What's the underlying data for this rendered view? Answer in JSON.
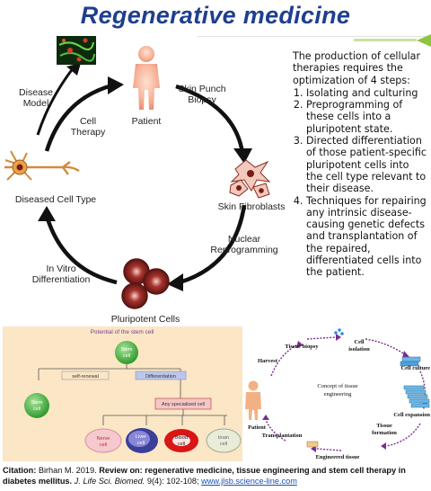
{
  "title": "Regenerative medicine",
  "cycle": {
    "patient": "Patient",
    "skin_punch_1": "Skin Punch",
    "skin_punch_2": "Biopsy",
    "skin_fibroblasts": "Skin Fibroblasts",
    "nuclear_1": "Nuclear",
    "nuclear_2": "Reprogramming",
    "pluripotent_cells": "Pluripotent Cells",
    "in_vitro_1": "In Vitro",
    "in_vitro_2": "Differentiation",
    "diseased_cell_type": "Diseased Cell Type",
    "disease_model_1": "Disease",
    "disease_model_2": "Model",
    "cell_therapy_1": "Cell",
    "cell_therapy_2": "Therapy"
  },
  "steps": {
    "intro": "The production of cellular therapies requires the optimization of 4 steps:",
    "items": [
      "Isolating and culturing",
      "Preprogramming of these cells into a pluripotent state.",
      "Directed differentiation of those patient-specific pluripotent cells into the cell type relevant to their disease.",
      "Techniques for repairing any intrinsic disease-causing genetic defects and transplantation of the repaired, differentiated cells into the patient."
    ]
  },
  "stem_panel": {
    "title": "Potential of the stem cell",
    "stem_cell_1": "Stem",
    "stem_cell_2": "cell",
    "self_renewal": "self-renewal",
    "differentiation": "Differentiation",
    "stem_cell_copy_1": "Stem",
    "stem_cell_copy_2": "cell",
    "specialized": "Any specialized cell",
    "cells": [
      {
        "l1": "Nerve",
        "l2": "cell"
      },
      {
        "l1": "Liver",
        "l2": "cell"
      },
      {
        "l1": "Blood",
        "l2": "cell"
      },
      {
        "l1": "brain",
        "l2": "cell"
      }
    ],
    "colors": {
      "panel": "#fbe6c5",
      "stem": "#52b947",
      "specialized": "#f4c6c6"
    }
  },
  "engineering": {
    "center_1": "Concept of tissue",
    "center_2": "engineering",
    "tissue_biopsy": "Tissue biopsy",
    "cell_isolation_1": "Cell",
    "cell_isolation_2": "isolation",
    "cell_culture": "Cell culture",
    "cell_expansion": "Cell expansion",
    "tissue_formation_1": "Tissue",
    "tissue_formation_2": "formation",
    "engineered_tissue": "Engineered tissue",
    "transplantation": "Transplantation",
    "patient": "Patient",
    "harvest": "Harvest",
    "arrow_color": "#7a2e8f"
  },
  "citation": {
    "label": "Citation:",
    "author": " Birhan M. 2019. ",
    "title": "Review on: regenerative medicine, tissue engineering and stem cell therapy in diabetes mellitus.",
    "journal": " J. Life Sci. Biomed.",
    "volume": " 9(4): 102-108; ",
    "url": "www.jlsb.science-line.com"
  }
}
